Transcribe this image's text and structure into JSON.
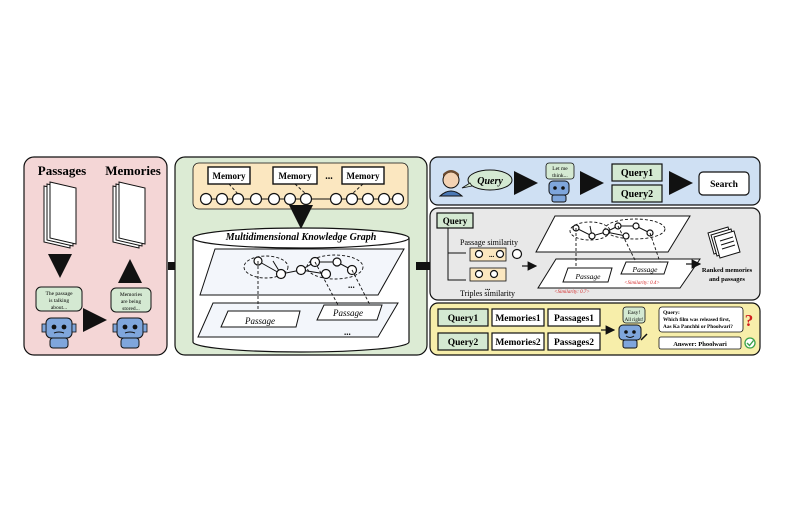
{
  "panel_left": {
    "passages_title": "Passages",
    "memories_title": "Memories",
    "bubble_passage": [
      "The passage",
      "is talking",
      "about..."
    ],
    "bubble_memories": [
      "Memories",
      "are being",
      "stored..."
    ]
  },
  "panel_middle": {
    "memory_labels": [
      "Memory",
      "Memory",
      "Memory"
    ],
    "memory_ellipsis": "...",
    "kg_title": "Multidimensional Knowledge Graph",
    "passage_labels": [
      "Passage",
      "Passage"
    ],
    "kg_ellipsis": "...",
    "layer_ellipsis": "..."
  },
  "panel_query": {
    "query_label": "Query",
    "bubble": [
      "Let me",
      "think..."
    ],
    "queries": [
      "Query1",
      "Query2"
    ],
    "search_label": "Search"
  },
  "panel_retrieval": {
    "query_label": "Query",
    "passage_similarity": "Passage  similarity",
    "triples_similarity": "Triples  similarity",
    "node_ellipsis": "...",
    "passage_labels": [
      "Passage",
      "Passage"
    ],
    "similarity_labels": [
      "<Similarity: 0.7>",
      "<Similarity: 0.4>"
    ],
    "ranked_label": [
      "Ranked memories",
      "and passages"
    ]
  },
  "panel_answer": {
    "rows": [
      {
        "query": "Query1",
        "memories": "Memories1",
        "passages": "Passages1"
      },
      {
        "query": "Query2",
        "memories": "Memories2",
        "passages": "Passages2"
      }
    ],
    "bubble": [
      "Easy!",
      "All right!"
    ],
    "question_label": "Query:",
    "question": [
      "Which film was released first,",
      "Aas Ka Panchhi or Phoolwari?"
    ],
    "answer": "Answer:  Phoolwari",
    "question_mark": "?"
  },
  "colors": {
    "left_panel": "#f4d6d6",
    "middle_panel": "#dcebd4",
    "query_panel": "#cfe0f3",
    "retrieval_panel": "#e8e8e8",
    "answer_panel": "#f7eeaa",
    "memory_strip": "#fbe7c0",
    "query_chip": "#d4e9d2",
    "robot": "#7fa6dc",
    "red": "#d21f1f",
    "green": "#39a14a"
  }
}
